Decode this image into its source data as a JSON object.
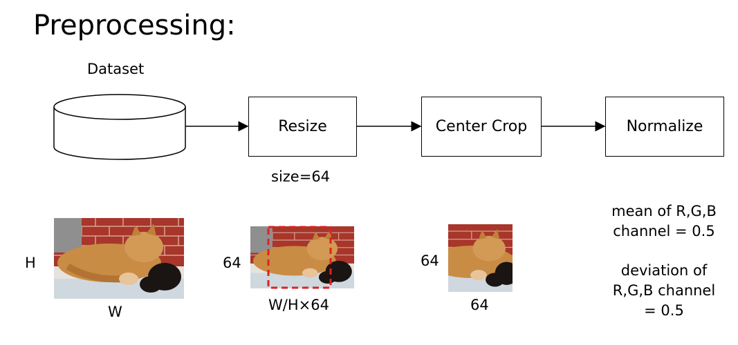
{
  "title": "Preprocessing:",
  "dataset": {
    "label": "Dataset"
  },
  "steps": [
    {
      "label": "Resize",
      "param": "size=64"
    },
    {
      "label": "Center Crop"
    },
    {
      "label": "Normalize"
    }
  ],
  "images": {
    "original": {
      "height_label": "H",
      "width_label": "W"
    },
    "resized": {
      "height_label": "64",
      "width_label": "W/H×64"
    },
    "cropped": {
      "height_label": "64",
      "width_label": "64"
    }
  },
  "normalize_notes": {
    "mean_line1": "mean of R,G,B",
    "mean_line2": "channel = 0.5",
    "dev_line1": "deviation of",
    "dev_line2": "R,G,B channel",
    "dev_line3": "= 0.5"
  },
  "colors": {
    "crop_box": "#e02020",
    "brick": "#a8362a",
    "cat": "#c98c45"
  },
  "icons": {
    "dataset": "database-cylinder-icon",
    "photo": "cat-photo"
  }
}
